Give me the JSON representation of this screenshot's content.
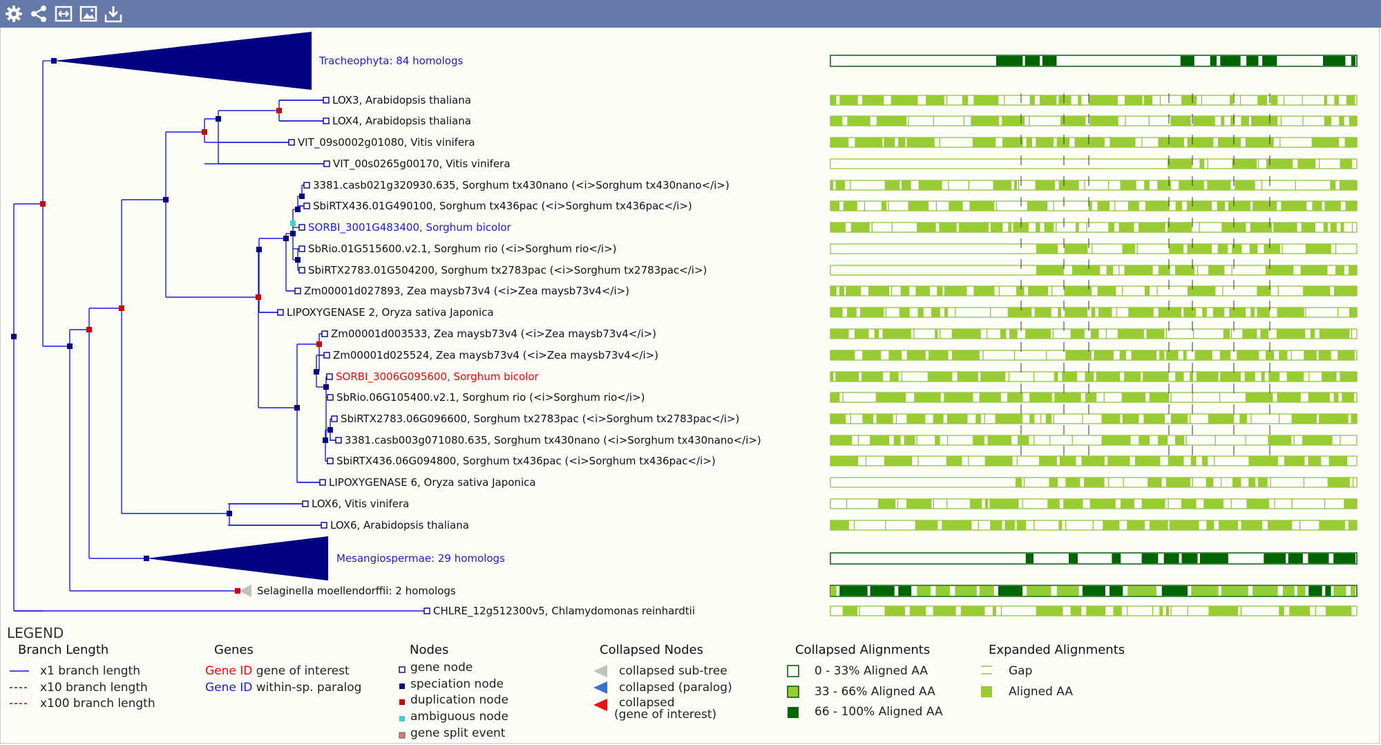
{
  "toolbar": {
    "icons": [
      "settings-icon",
      "share-icon",
      "fit-to-screen-icon",
      "export-image-icon",
      "download-icon"
    ]
  },
  "colors": {
    "toolbar": "#6479a8",
    "branch": "#1a1adb",
    "speciation_node": "#000080",
    "duplication_node": "#cc0000",
    "ambiguous_node": "#40d0d0",
    "gene_of_interest": "#ff0000",
    "paralog": "#1a1adb",
    "align_dark": "#006400",
    "align_mid": "#99cc33",
    "align_light": "#8ac03c"
  },
  "tree": {
    "labels": [
      {
        "text": "Tracheophyta: 84 homologs",
        "kind": "paralog"
      },
      {
        "text": "LOX3, Arabidopsis thaliana",
        "kind": "normal"
      },
      {
        "text": "LOX4, Arabidopsis thaliana",
        "kind": "normal"
      },
      {
        "text": "VIT_09s0002g01080, Vitis vinifera",
        "kind": "normal"
      },
      {
        "text": "VIT_00s0265g00170, Vitis vinifera",
        "kind": "normal"
      },
      {
        "text": "3381.casb021g320930.635, Sorghum tx430nano (<i>Sorghum tx430nano</i>)",
        "kind": "normal"
      },
      {
        "text": "SbiRTX436.01G490100, Sorghum tx436pac (<i>Sorghum tx436pac</i>)",
        "kind": "normal"
      },
      {
        "text": "SORBI_3001G483400, Sorghum bicolor",
        "kind": "paralog"
      },
      {
        "text": "SbRio.01G515600.v2.1, Sorghum rio (<i>Sorghum rio</i>)",
        "kind": "normal"
      },
      {
        "text": "SbiRTX2783.01G504200, Sorghum tx2783pac (<i>Sorghum tx2783pac</i>)",
        "kind": "normal"
      },
      {
        "text": "Zm00001d027893, Zea maysb73v4 (<i>Zea maysb73v4</i>)",
        "kind": "normal"
      },
      {
        "text": "LIPOXYGENASE 2, Oryza sativa Japonica",
        "kind": "normal"
      },
      {
        "text": "Zm00001d003533, Zea maysb73v4 (<i>Zea maysb73v4</i>)",
        "kind": "normal"
      },
      {
        "text": "Zm00001d025524, Zea maysb73v4 (<i>Zea maysb73v4</i>)",
        "kind": "normal"
      },
      {
        "text": "SORBI_3006G095600, Sorghum bicolor",
        "kind": "interest"
      },
      {
        "text": "SbRio.06G105400.v2.1, Sorghum rio (<i>Sorghum rio</i>)",
        "kind": "normal"
      },
      {
        "text": "SbiRTX2783.06G096600, Sorghum tx2783pac (<i>Sorghum tx2783pac</i>)",
        "kind": "normal"
      },
      {
        "text": "3381.casb003g071080.635, Sorghum tx430nano (<i>Sorghum tx430nano</i>)",
        "kind": "normal"
      },
      {
        "text": "SbiRTX436.06G094800, Sorghum tx436pac (<i>Sorghum tx436pac</i>)",
        "kind": "normal"
      },
      {
        "text": "LIPOXYGENASE 6, Oryza sativa Japonica",
        "kind": "normal"
      },
      {
        "text": "LOX6, Vitis vinifera",
        "kind": "normal"
      },
      {
        "text": "LOX6, Arabidopsis thaliana",
        "kind": "normal"
      },
      {
        "text": "Mesangiospermae: 29 homologs",
        "kind": "paralog"
      },
      {
        "text": "Selaginella moellendorffii: 2 homologs",
        "kind": "normal"
      },
      {
        "text": "CHLRE_12g512300v5, Chlamydomonas reinhardtii",
        "kind": "normal"
      }
    ]
  },
  "legend": {
    "title": "LEGEND",
    "branch_length": {
      "heading": "Branch Length",
      "items": [
        "x1 branch length",
        "x10 branch length",
        "x100 branch length"
      ]
    },
    "genes": {
      "heading": "Genes",
      "gene_id": "Gene ID",
      "interest": "gene of interest",
      "paralog": "within-sp. paralog"
    },
    "nodes": {
      "heading": "Nodes",
      "items": [
        "gene node",
        "speciation node",
        "duplication node",
        "ambiguous node",
        "gene split event"
      ]
    },
    "collapsed_nodes": {
      "heading": "Collapsed Nodes",
      "items": [
        "collapsed sub-tree",
        "collapsed (paralog)",
        "collapsed",
        "(gene of interest)"
      ]
    },
    "collapsed_alignments": {
      "heading": "Collapsed Alignments",
      "items": [
        "0 - 33% Aligned AA",
        "33 - 66% Aligned AA",
        "66 - 100% Aligned AA"
      ]
    },
    "expanded_alignments": {
      "heading": "Expanded Alignments",
      "items": [
        "Gap",
        "Aligned AA"
      ]
    }
  }
}
